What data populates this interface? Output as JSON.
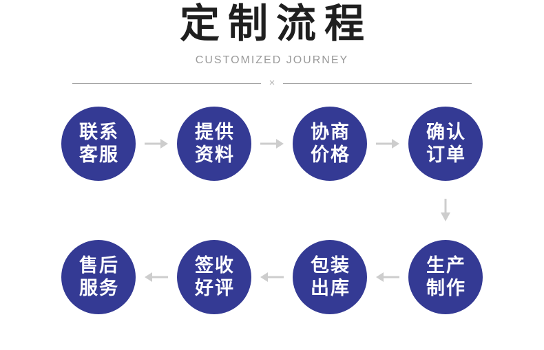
{
  "header": {
    "title": "定制流程",
    "subtitle": "CUSTOMIZED JOURNEY",
    "divider_mark": "×"
  },
  "colors": {
    "circle": "#343a94",
    "circle_text": "#ffffff",
    "arrow": "#cdcdcd",
    "title": "#1f1f1f",
    "subtitle": "#9a9a9a",
    "divider_line": "#a3a3a3"
  },
  "flow": {
    "top_row": [
      {
        "line1": "联系",
        "line2": "客服"
      },
      {
        "line1": "提供",
        "line2": "资料"
      },
      {
        "line1": "协商",
        "line2": "价格"
      },
      {
        "line1": "确认",
        "line2": "订单"
      }
    ],
    "bottom_row": [
      {
        "line1": "售后",
        "line2": "服务"
      },
      {
        "line1": "签收",
        "line2": "好评"
      },
      {
        "line1": "包装",
        "line2": "出库"
      },
      {
        "line1": "生产",
        "line2": "制作"
      }
    ]
  }
}
